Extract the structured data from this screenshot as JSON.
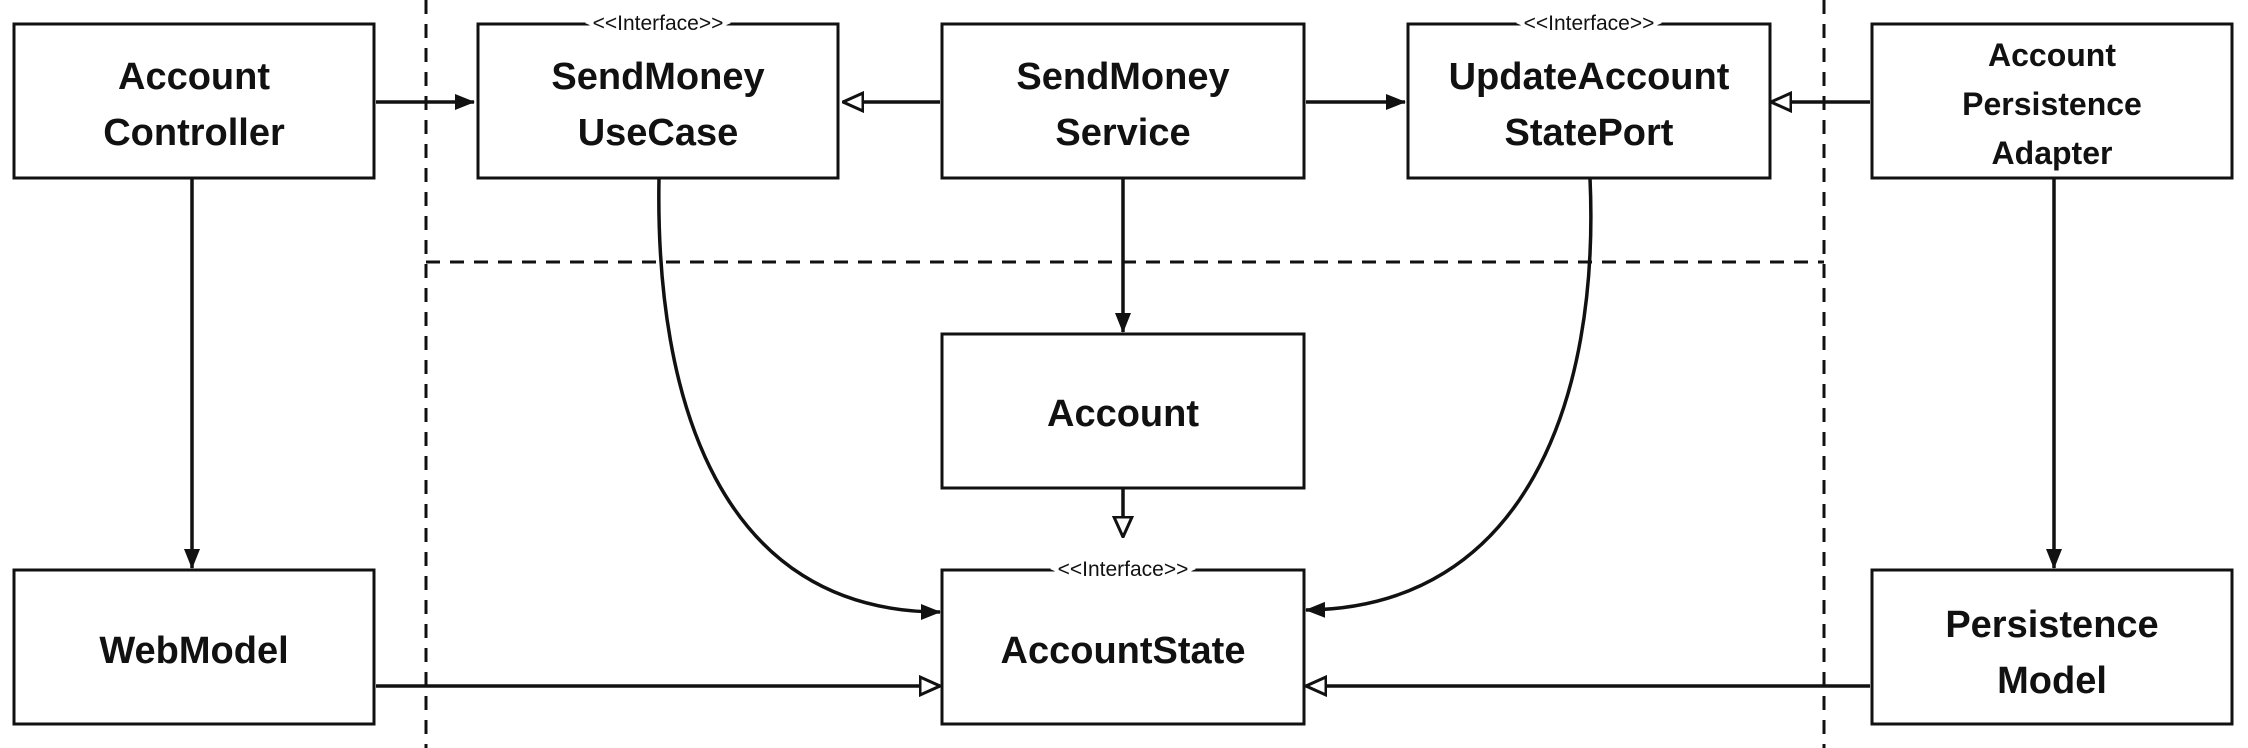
{
  "diagram": {
    "stereotype": "<<Interface>>",
    "boxes": {
      "account_controller": [
        "Account",
        "Controller"
      ],
      "send_money_use_case": [
        "SendMoney",
        "UseCase"
      ],
      "send_money_service": [
        "SendMoney",
        "Service"
      ],
      "update_account_state_port": [
        "UpdateAccount",
        "StatePort"
      ],
      "account_persistence_adapter": [
        "Account",
        "Persistence",
        "Adapter"
      ],
      "account": [
        "Account"
      ],
      "web_model": [
        "WebModel"
      ],
      "account_state": [
        "AccountState"
      ],
      "persistence_model": [
        "Persistence",
        "Model"
      ]
    },
    "interfaces": [
      "send_money_use_case",
      "update_account_state_port",
      "account_state"
    ],
    "relations": [
      {
        "from": "account_controller",
        "to": "send_money_use_case",
        "kind": "dependency"
      },
      {
        "from": "send_money_service",
        "to": "send_money_use_case",
        "kind": "implements"
      },
      {
        "from": "send_money_service",
        "to": "update_account_state_port",
        "kind": "dependency"
      },
      {
        "from": "account_persistence_adapter",
        "to": "update_account_state_port",
        "kind": "implements"
      },
      {
        "from": "send_money_service",
        "to": "account",
        "kind": "dependency"
      },
      {
        "from": "account",
        "to": "account_state",
        "kind": "implements"
      },
      {
        "from": "send_money_use_case",
        "to": "account_state",
        "kind": "dependency"
      },
      {
        "from": "update_account_state_port",
        "to": "account_state",
        "kind": "dependency"
      },
      {
        "from": "account_controller",
        "to": "web_model",
        "kind": "dependency"
      },
      {
        "from": "account_persistence_adapter",
        "to": "persistence_model",
        "kind": "dependency"
      },
      {
        "from": "web_model",
        "to": "account_state",
        "kind": "implements"
      },
      {
        "from": "persistence_model",
        "to": "account_state",
        "kind": "implements"
      }
    ]
  }
}
